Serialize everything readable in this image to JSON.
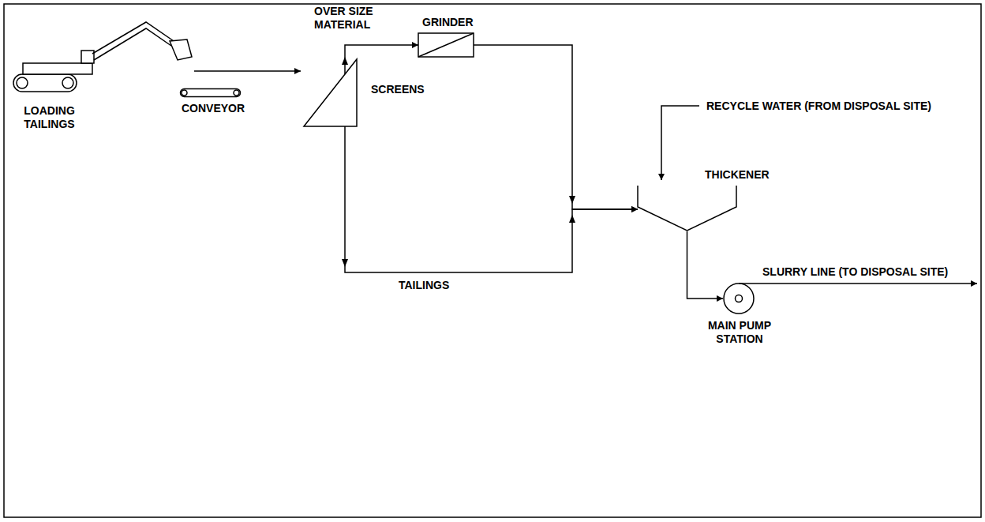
{
  "diagram": {
    "nodes": [
      {
        "text": [
          "LOADING TAILINGS"
        ]
      },
      {
        "text": [
          "CONVEYOR"
        ]
      },
      {
        "text": [
          "SCREENS"
        ]
      },
      {
        "text": [
          "GRINDER"
        ]
      },
      {
        "text": [
          "THICKENER"
        ]
      },
      {
        "text": [
          "MAIN PUMP STATION"
        ]
      }
    ],
    "edges": [
      {
        "from": 1,
        "to": 2,
        "arrow": "to"
      },
      {
        "from": 2,
        "to": 3,
        "label": "OVER SIZE MATERIAL",
        "arrow": "to"
      },
      {
        "from": 2,
        "to": 4,
        "label": "TAILINGS",
        "arrow": "to"
      },
      {
        "from": 3,
        "to": 4,
        "arrow": "to"
      },
      {
        "from": 4,
        "to": 5,
        "arrow": "to"
      }
    ],
    "labels": [
      "RECYCLE WATER (FROM DISPOSAL SITE)",
      "SLURRY LINE (TO DISPOSAL SITE)"
    ]
  }
}
